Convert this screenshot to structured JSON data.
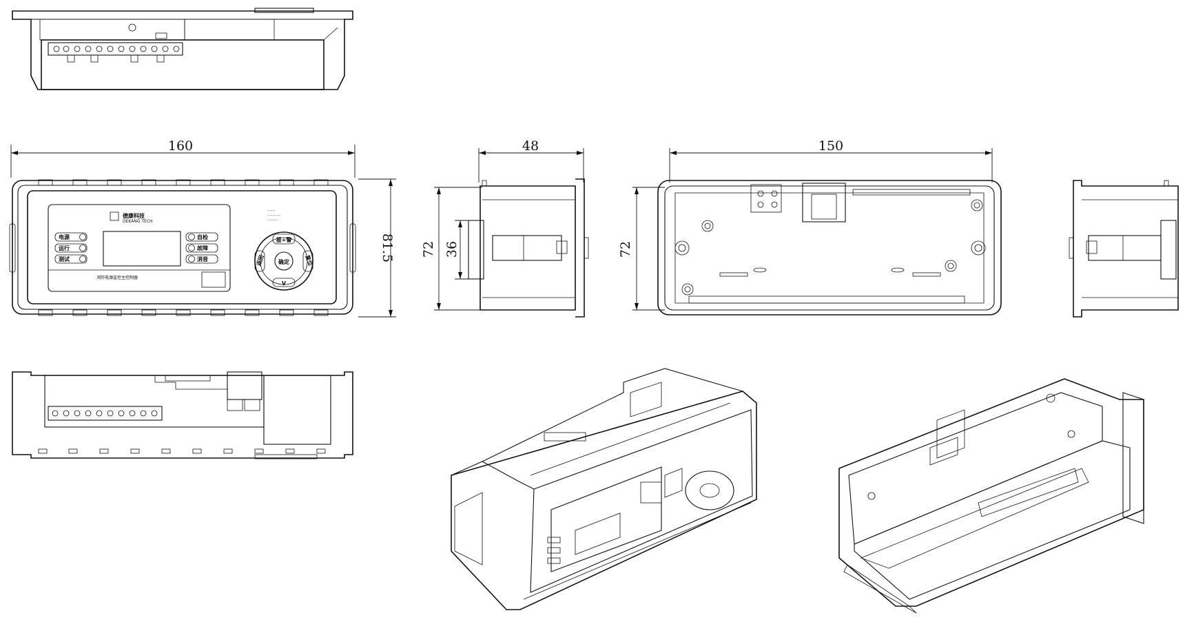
{
  "dimensions": {
    "front_width": "160",
    "front_height": "81.5",
    "side_depth": "48",
    "side_height": "72",
    "side_inner_height": "36",
    "back_width": "150",
    "back_height": "72"
  },
  "panel": {
    "keys_left": [
      "电源",
      "运行",
      "测试"
    ],
    "keys_right": [
      "自检",
      "故障",
      "消音"
    ],
    "nav_up": "报+警",
    "nav_center": "确定",
    "nav_left": "返回",
    "nav_right": "复位",
    "nav_down": "V",
    "logo_text": "德康科技",
    "logo_sub": "DEKANG TECH",
    "product_name": "消防电源监控主控制器"
  },
  "colors": {
    "line": "#111111",
    "background": "#ffffff"
  }
}
